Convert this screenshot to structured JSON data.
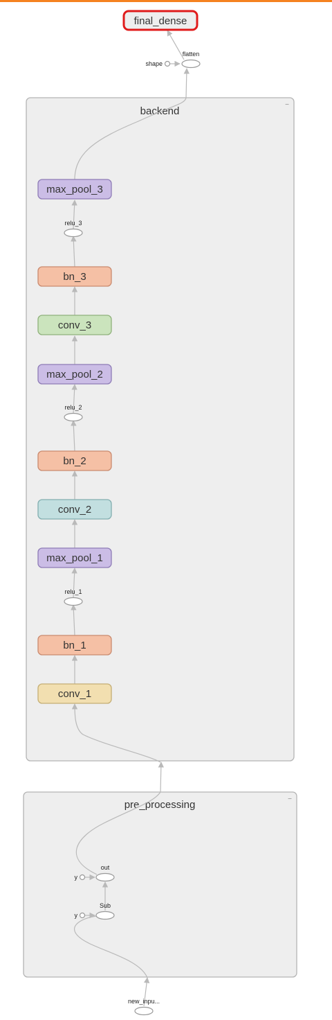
{
  "graph": {
    "output_node": {
      "label": "final_dense"
    },
    "flatten": {
      "label": "flatten",
      "input_label": "shape"
    },
    "backend": {
      "title": "backend",
      "collapse_symbol": "−",
      "nodes": [
        {
          "id": "max_pool_3",
          "label": "max_pool_3",
          "color": "#cbbde6",
          "stroke": "#8e7cb6"
        },
        {
          "id": "relu_3",
          "label": "relu_3"
        },
        {
          "id": "bn_3",
          "label": "bn_3",
          "color": "#f5c0a5",
          "stroke": "#c98a6f"
        },
        {
          "id": "conv_3",
          "label": "conv_3",
          "color": "#cbe4bd",
          "stroke": "#8fb17b"
        },
        {
          "id": "max_pool_2",
          "label": "max_pool_2",
          "color": "#cbbde6",
          "stroke": "#8e7cb6"
        },
        {
          "id": "relu_2",
          "label": "relu_2"
        },
        {
          "id": "bn_2",
          "label": "bn_2",
          "color": "#f5c0a5",
          "stroke": "#c98a6f"
        },
        {
          "id": "conv_2",
          "label": "conv_2",
          "color": "#c2dfe0",
          "stroke": "#82aeaf"
        },
        {
          "id": "max_pool_1",
          "label": "max_pool_1",
          "color": "#cbbde6",
          "stroke": "#8e7cb6"
        },
        {
          "id": "relu_1",
          "label": "relu_1"
        },
        {
          "id": "bn_1",
          "label": "bn_1",
          "color": "#f5c0a5",
          "stroke": "#c98a6f"
        },
        {
          "id": "conv_1",
          "label": "conv_1",
          "color": "#f2dfb0",
          "stroke": "#c4ae74"
        }
      ]
    },
    "pre_processing": {
      "title": "pre_processing",
      "collapse_symbol": "−",
      "out": {
        "label": "out",
        "input_label": "y"
      },
      "sub": {
        "label": "Sub",
        "input_label": "y"
      }
    },
    "input_node": {
      "label": "new_inpu..."
    }
  },
  "colors": {
    "accent_bar": "#f58220",
    "selection": "#e01b1b",
    "group_fill": "#eeeeee",
    "group_stroke": "#b4b4b4",
    "edge": "#b9b9b9"
  }
}
